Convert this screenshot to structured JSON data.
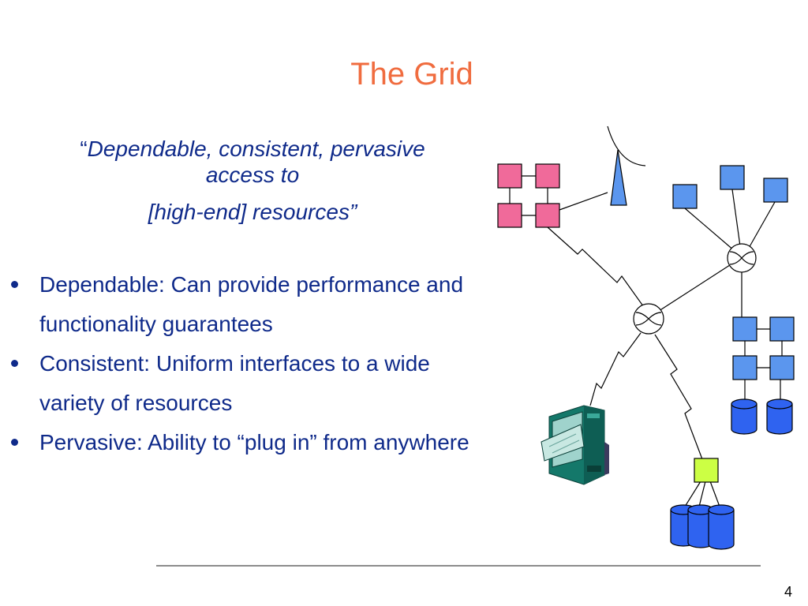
{
  "slide": {
    "title": "The Grid",
    "quote": {
      "line1_open": "“",
      "line1_text": "Dependable, consistent, pervasive",
      "line2": "access to",
      "line3": "[high-end] resources”"
    },
    "bullets": [
      "Dependable: Can provide performance and functionality guarantees",
      "Consistent: Uniform interfaces to a wide variety of resources",
      "Pervasive: Ability to “plug in” from anywhere"
    ],
    "page_number": "4"
  },
  "diagram": {
    "colors": {
      "pink_node": "#f06a9a",
      "blue_node": "#5b96ee",
      "storage_blue": "#2f63f0",
      "lime_node": "#ccff44",
      "antenna": "#5b96ee",
      "line": "#000000",
      "computer_green": "#1a8f7f"
    }
  }
}
